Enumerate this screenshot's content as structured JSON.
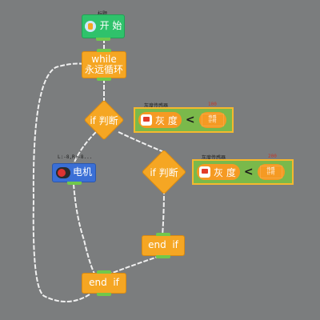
{
  "colors": {
    "background": "#7b7d7e",
    "block_orange": "#f5a623",
    "block_green": "#2fc26b",
    "block_blue": "#3a6fd6",
    "condition_bg": "#7ab94b",
    "condition_border": "#f5b82e"
  },
  "blocks": {
    "start": {
      "tiny": "标题",
      "label": "开 始",
      "icon": "start-icon"
    },
    "while": {
      "line1": "while",
      "line2": "永远循环"
    },
    "if1": {
      "label": "if 判断",
      "tiny": "灰度传感器",
      "threshold_tiny": "100",
      "sensor_label": "灰 度",
      "operator": "<",
      "value_top": "传感",
      "value_bottom": "计时"
    },
    "motor": {
      "tiny": "L:-8,R:-8...",
      "label": "电机",
      "icon": "motor-icon"
    },
    "if2": {
      "label": "if 判断",
      "tiny": "灰度传感器",
      "threshold_tiny": "200",
      "sensor_label": "灰 度",
      "operator": "<",
      "value_top": "传感",
      "value_bottom": "计时"
    },
    "endif_inner": {
      "label": "end  if"
    },
    "endif_outer": {
      "label": "end  if"
    }
  }
}
